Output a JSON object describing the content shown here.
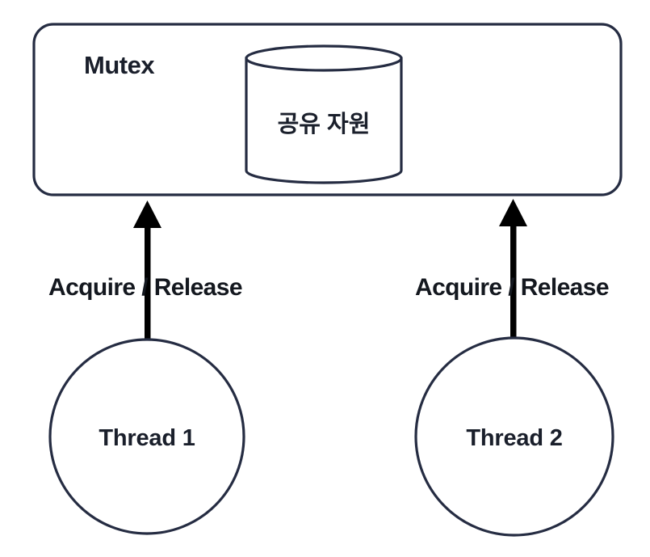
{
  "diagram": {
    "title": "Mutex protecting a shared resource accessed by two threads",
    "type": "concept-diagram",
    "colors": {
      "stroke": "#252c42",
      "fill": "#ffffff",
      "text": "#1a1f2b",
      "arrow": "#000000",
      "background": "#ffffff"
    },
    "container": {
      "label": "Mutex",
      "shape": "rounded-rectangle"
    },
    "resource": {
      "label": "공유 자원",
      "shape": "cylinder"
    },
    "edges": [
      {
        "label": "Acquire / Release",
        "from": "Thread 1",
        "to": "Mutex",
        "direction": "up"
      },
      {
        "label": "Acquire / Release",
        "from": "Thread 2",
        "to": "Mutex",
        "direction": "up"
      }
    ],
    "threads": [
      {
        "label": "Thread 1",
        "shape": "circle"
      },
      {
        "label": "Thread 2",
        "shape": "circle"
      }
    ]
  }
}
